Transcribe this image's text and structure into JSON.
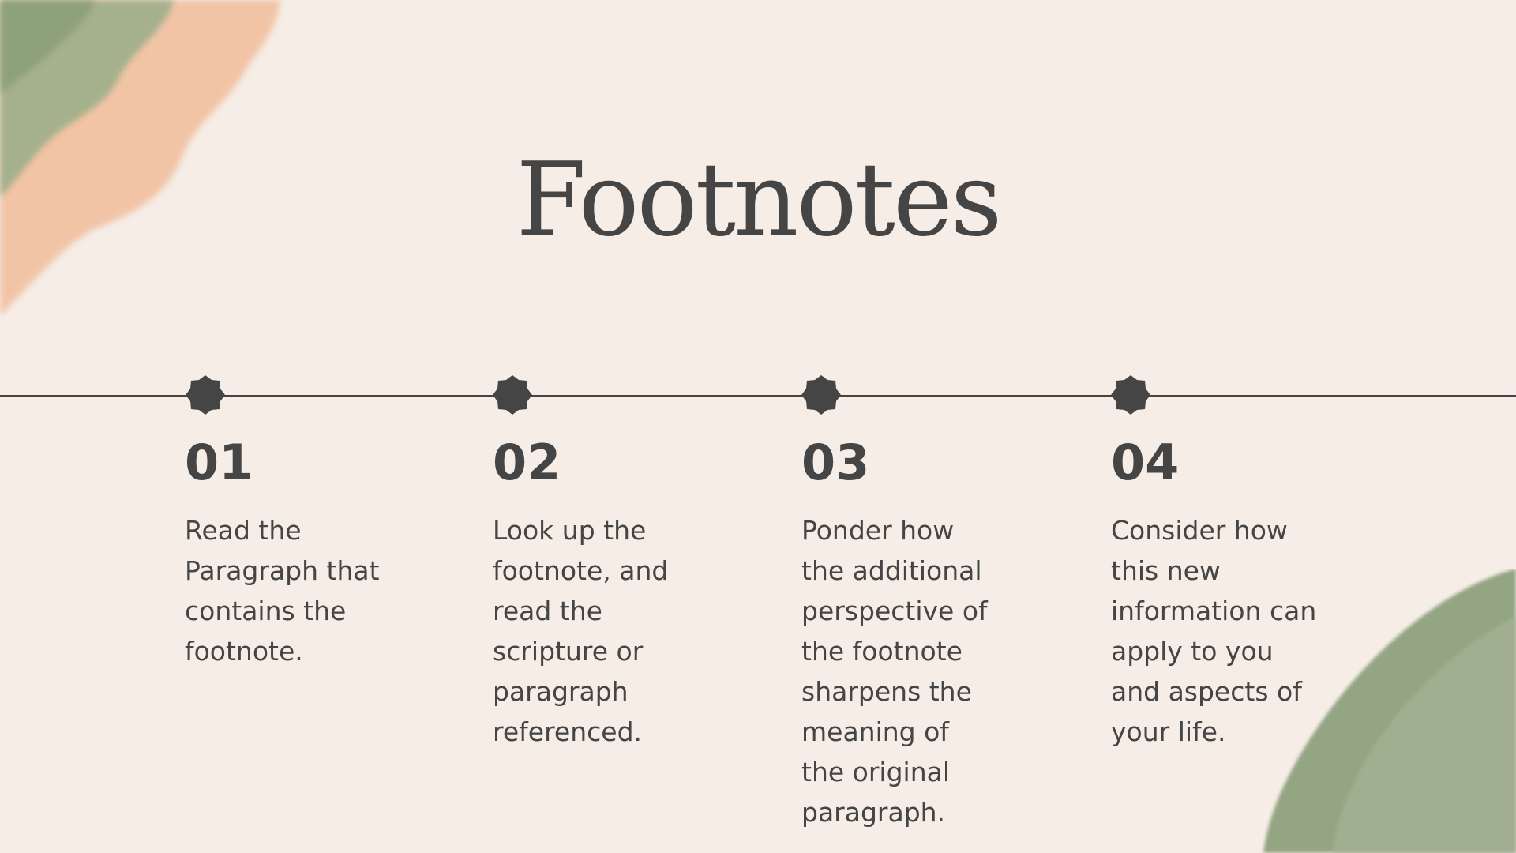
{
  "title": "Footnotes",
  "colors": {
    "background": "#f5ede6",
    "text": "#454545",
    "accent_green": "#8fa27e",
    "accent_peach": "#f2b896"
  },
  "steps": [
    {
      "number": "01",
      "text": "Read the\nParagraph that\ncontains the\nfootnote."
    },
    {
      "number": "02",
      "text": "Look up the\nfootnote, and\nread the\nscripture or\nparagraph\nreferenced."
    },
    {
      "number": "03",
      "text": "Ponder how\nthe additional\nperspective of\nthe footnote\nsharpens the\nmeaning of\nthe original\nparagraph."
    },
    {
      "number": "04",
      "text": "Consider how\nthis new\ninformation can\napply to you\nand aspects of\nyour life."
    }
  ]
}
